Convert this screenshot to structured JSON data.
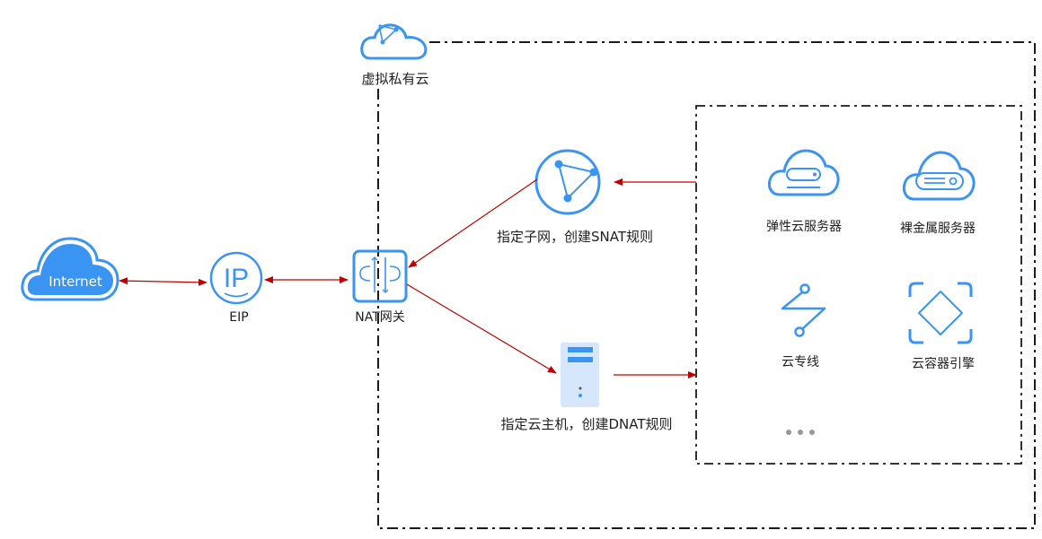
{
  "diagram": {
    "title": "NAT网关架构示意",
    "colors": {
      "icon_blue": "#3a94f2",
      "icon_light": "#d6e7fb",
      "arrow_red": "#c00000",
      "border_dark": "#1a1a1a",
      "dots_gray": "#999999"
    },
    "groups": {
      "vpc": {
        "label": "虚拟私有云",
        "icon": "vpc-cloud-icon"
      },
      "resources": {
        "label": ""
      }
    },
    "nodes": {
      "internet": {
        "label": "Internet",
        "icon": "internet-cloud-icon"
      },
      "eip": {
        "label": "EIP",
        "icon": "ip-circle-icon"
      },
      "nat": {
        "label": "NAT网关",
        "icon": "nat-gateway-icon"
      },
      "snat": {
        "label": "指定子网，创建SNAT规则",
        "icon": "subnet-icon"
      },
      "dnat": {
        "label": "指定云主机，创建DNAT规则",
        "icon": "server-icon"
      },
      "ecs": {
        "label": "弹性云服务器",
        "icon": "ecs-cloud-icon"
      },
      "bms": {
        "label": "裸金属服务器",
        "icon": "bms-cloud-icon"
      },
      "dc": {
        "label": "云专线",
        "icon": "direct-connect-icon"
      },
      "cce": {
        "label": "云容器引擎",
        "icon": "container-engine-icon"
      },
      "more": {
        "label": "•••",
        "icon": "more-dots-icon"
      }
    },
    "edges": [
      {
        "from": "internet",
        "to": "eip",
        "direction": "both"
      },
      {
        "from": "eip",
        "to": "nat",
        "direction": "both"
      },
      {
        "from": "snat",
        "to": "nat",
        "direction": "forward"
      },
      {
        "from": "resources",
        "to": "snat",
        "direction": "forward"
      },
      {
        "from": "nat",
        "to": "dnat",
        "direction": "forward"
      },
      {
        "from": "dnat",
        "to": "resources",
        "direction": "forward"
      }
    ]
  }
}
